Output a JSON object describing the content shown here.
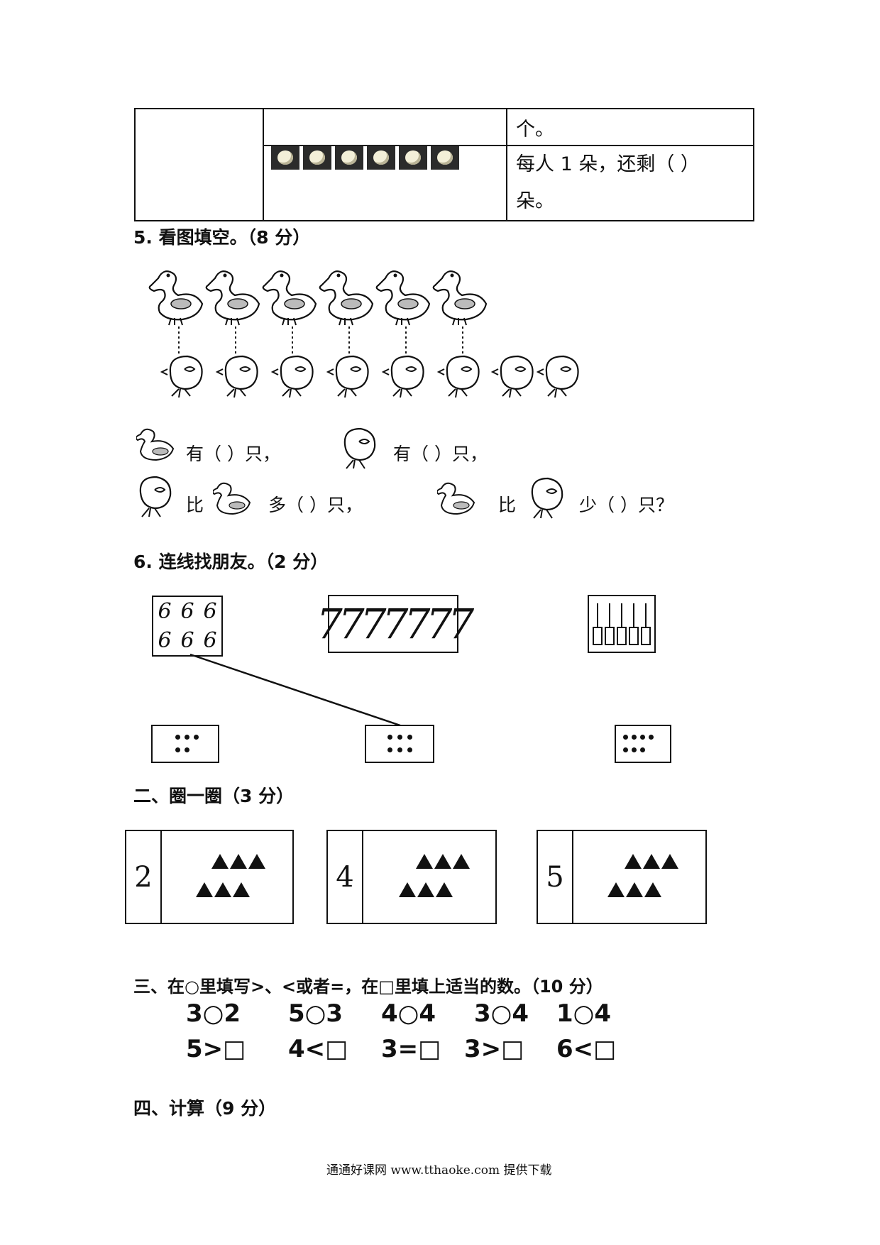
{
  "table": {
    "row1_right": "个。",
    "row2_right_line1": "每人 1 朵，还剩（   ）",
    "row2_right_line2": "朵。"
  },
  "q5": {
    "title": "5. 看图填空。（8 分）",
    "ducks_label": "有（      ）只，",
    "chicks_label": "有（      ）只，",
    "line2_a": "比",
    "line2_b": "多（      ）只，",
    "line2_c": "比",
    "line2_d": "少（      ）只？"
  },
  "q6": {
    "title": "6. 连线找朋友。（2 分）",
    "card_seven_text": "7777777"
  },
  "sec2": {
    "title": "二、圈一圈（3 分）",
    "boxes": [
      {
        "number": "2"
      },
      {
        "number": "4"
      },
      {
        "number": "5"
      }
    ]
  },
  "sec3": {
    "title": "三、在○里填写>、<或者=，在□里填上适当的数。（10 分）",
    "row1": [
      "3○2",
      "5○3",
      "4○4",
      "3○4",
      "1○4"
    ],
    "row2": [
      "5>□",
      "4<□",
      "3=□",
      "3>□",
      "6<□"
    ]
  },
  "sec4": {
    "title": "四、计算（9 分）"
  },
  "footer": {
    "text": "通通好课网  www.tthaoke.com  提供下载"
  }
}
